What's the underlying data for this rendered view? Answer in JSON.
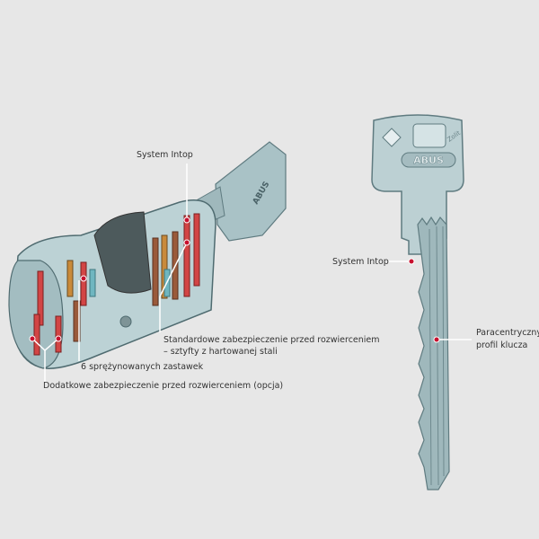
{
  "labels": {
    "cyl_system_intop": "System Intop",
    "cyl_standard_line1": "Standardowe zabezpieczenie przed rozwierceniem",
    "cyl_standard_line2": "– sztyfty z hartowanej stali",
    "cyl_pins": "6 sprężynowanych zastawek",
    "cyl_additional": "Dodatkowe zabezpieczenie przed rozwierceniem (opcja)",
    "key_system_intop": "System Intop",
    "key_profile_line1": "Paracentryczny",
    "key_profile_line2": "profil klucza"
  },
  "logo": {
    "brand": "ABUS",
    "model": "Zolit"
  },
  "colors": {
    "background": "#e7e7e7",
    "marker": "#c8102e",
    "metal": "#b9cfd2",
    "text": "#333333"
  }
}
